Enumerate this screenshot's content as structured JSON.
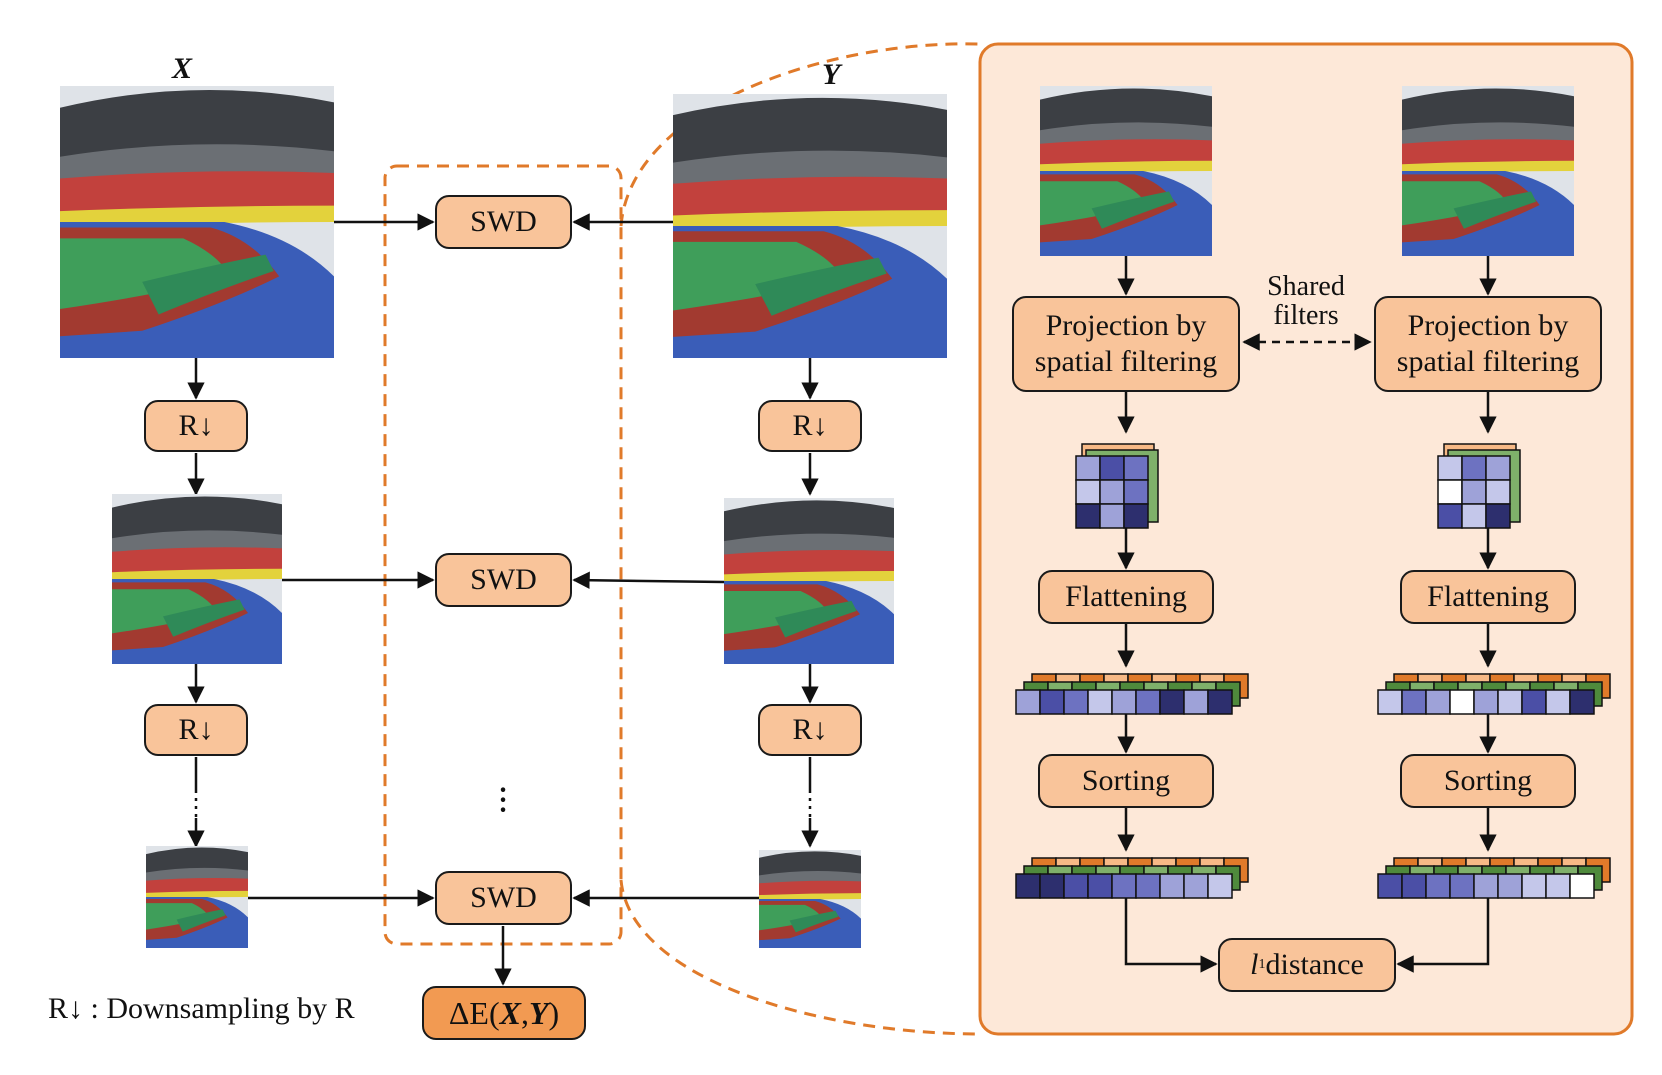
{
  "labels": {
    "x_var": "X",
    "y_var": "Y",
    "swd": "SWD",
    "downsample": "R↓",
    "legend": "R↓ : Downsampling by R",
    "result_prefix": "ΔE(",
    "result_x": "X",
    "result_comma": ",",
    "result_y": "Y",
    "result_suffix": ")",
    "projection_line1": "Projection by",
    "projection_line2": "spatial filtering",
    "shared_line1": "Shared",
    "shared_line2": "filters",
    "flattening": "Flattening",
    "sorting": "Sorting",
    "l1_sub": "l",
    "l1_index": "1",
    "l1_rest": " distance",
    "ellipsis": "⋮"
  },
  "colors": {
    "node_fill": "#f9c49a",
    "result_fill": "#f29a52",
    "panel_fill": "#fde8d8",
    "dash_orange": "#e07a2a",
    "blues": [
      "#2d2f6e",
      "#4b4fa6",
      "#6d72c1",
      "#9ea2d8",
      "#c4c7ea",
      "#ffffff"
    ],
    "greens": [
      "#2f5a24",
      "#4f8a3c",
      "#7fb06a",
      "#b7d5a6"
    ],
    "oranges": [
      "#5a3410",
      "#e07a2a",
      "#f7b986",
      "#fde0c6"
    ]
  },
  "flows": {
    "left_column": [
      "image X",
      "R↓",
      "image",
      "R↓",
      "image"
    ],
    "right_column": [
      "image Y",
      "R↓",
      "image",
      "R↓",
      "image"
    ],
    "detail_pipeline": [
      "Projection by spatial filtering",
      "Flattening",
      "Sorting",
      "l1 distance"
    ]
  }
}
